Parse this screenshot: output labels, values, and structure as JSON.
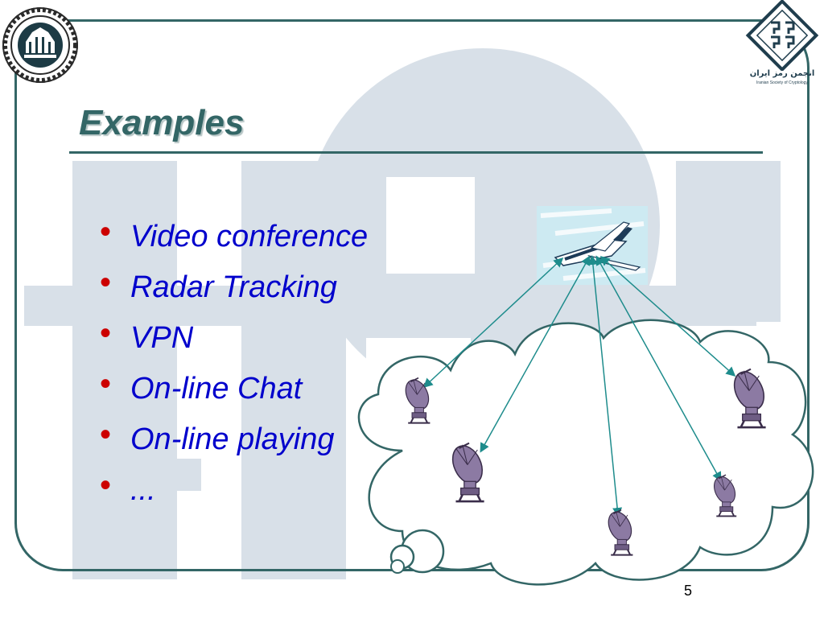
{
  "slide": {
    "title": "Examples",
    "bullets": [
      "Video conference",
      "Radar Tracking",
      "VPN",
      "On-line Chat",
      "On-line playing",
      "..."
    ],
    "page_number": "5"
  },
  "logos": {
    "right_text": "انجمن رمز ایران",
    "right_subtext": "Iranian Society of Cryptology"
  },
  "colors": {
    "frame": "#336666",
    "title": "#336666",
    "bullet_dot": "#cc0000",
    "bullet_text": "#0000cc",
    "watermark": "#d5dde6",
    "cloud_stroke": "#336666",
    "link_line": "#1e8c8c",
    "dish": "#8c7aa3"
  }
}
